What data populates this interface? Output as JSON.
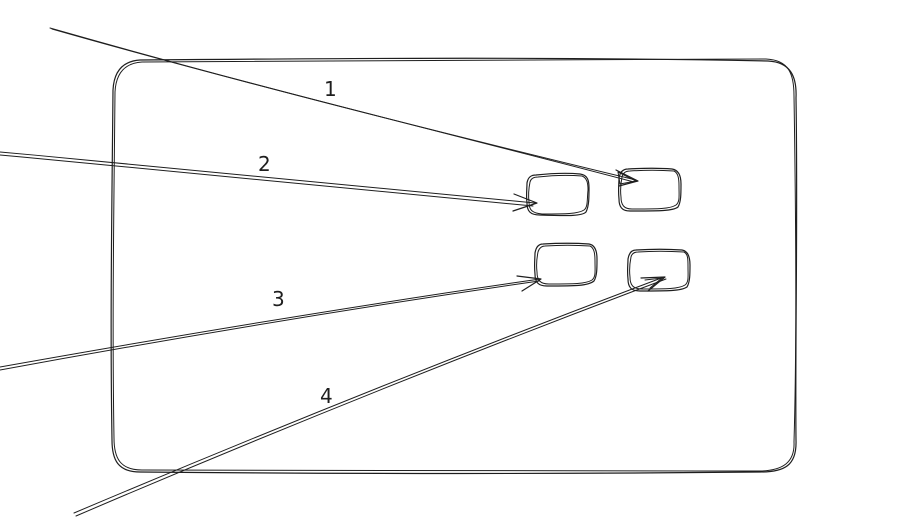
{
  "diagram": {
    "callouts": [
      {
        "label": "1"
      },
      {
        "label": "2"
      },
      {
        "label": "3"
      },
      {
        "label": "4"
      }
    ],
    "colors": {
      "stroke": "#1e1e1e",
      "background": "#ffffff"
    }
  }
}
